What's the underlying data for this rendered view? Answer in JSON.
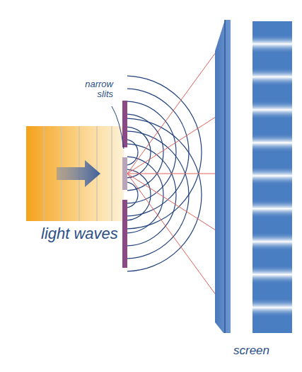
{
  "diagram": {
    "labels": [
      "narrow slits",
      "light waves",
      "screen"
    ]
  }
}
